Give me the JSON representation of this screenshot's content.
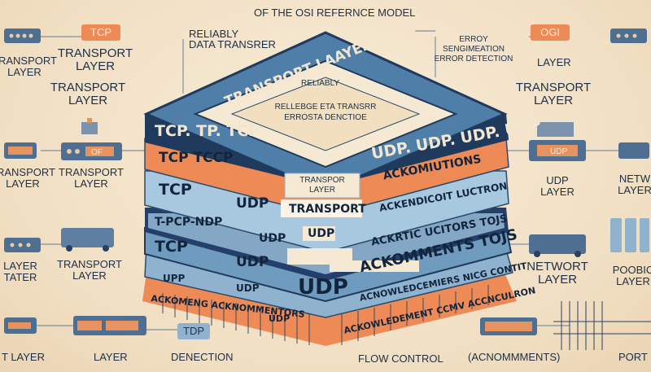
{
  "title": "OF THE  OSI REFERNCE MODEL",
  "left_column": {
    "pill_tcp": "TCP",
    "transport_layer_1": "TRANSPORT\nLAYER",
    "transport_layer_2": "TRANSPORT\nLAYER",
    "small_device_left_top": "TRANSPORT\nLAYER",
    "transport_layer_3": "TRANSPORT\nLAYER",
    "small_device_label": "OF",
    "device_left_mid": "TRANSPORT\nLAYER",
    "layer_tater": "LAYER\nTATER",
    "transport_layer_4": "TRANSPORT\nLAYER",
    "bottom_left": "T LAYER",
    "bottom_layer": "LAYER",
    "pill_tdp": "TDP",
    "bottom_denection": "DENECTION"
  },
  "right_column": {
    "pill_ogi": "OGI",
    "layer_top": "LAYER",
    "transport_layer": "TRANSPORT\nLAYER",
    "udp_layer": "UDP\nLAYER",
    "netw_layer": "NETW\nLAYER",
    "udp_box": "UDP",
    "network_layer": "NETWORT\nLAYER",
    "poddic_layer": "POOBIC\nLAYER",
    "acknowments": "(ACNOMMMENTS)",
    "port": "PORT"
  },
  "center_callouts": {
    "reliably": "RELIABLY\nDATA TRANSRER",
    "error": "ERROY\nSENGIMEATION\nERROR DETECTION",
    "small_top": "RELIABLY",
    "inner_box": "RELLEBGE ETA TRANSRR\nERROSTA DENCTIOE",
    "flow_control": "FLOW CONTROL"
  },
  "stack": {
    "top_label": "TRANSPORT   LAAYER",
    "band1_left": "TCP.  TP.  TCP",
    "band1_right": "UDP. UDP. UDP. UDP",
    "band2_left": "TCP   TCCP",
    "band2_right": "ACKOMIUTIONS",
    "band3_left": "TCP",
    "band3_mid": "UDP",
    "band3_right": "ACKENDICOIT   LUCTRON",
    "transpor_layer_tag": "TRANSPOR\nLAYER",
    "transport_tag": "TRANSPORT",
    "band4_left": "T-PCP-NDP",
    "band4_mid": "UDP",
    "band4_udp": "UDP",
    "band4_right": "ACKRTIC   UCITORS   TOJS",
    "band5_left": "TCP",
    "band5_mid": "UDP",
    "band5_right": "ACKOMMENTS   TOJS",
    "band6_left": "UPP",
    "band6_mid": "UDP",
    "band6_big": "UDP",
    "band6_right": "ACNOWLEDCEMIERS   NICG   CONTIT",
    "band7_left": "ACKOMENG   ACKNOMMENTORS",
    "band7_mid": "UDP",
    "band7_right": "ACKOWLEDEMENT   CCMV   ACCNCULRON"
  },
  "colors": {
    "background": "#f4e6cf",
    "navy": "#1f3a5c",
    "blue": "#5b8db5",
    "light_blue": "#a8c8e0",
    "orange": "#ee8a55",
    "cream": "#f6e9d3"
  }
}
